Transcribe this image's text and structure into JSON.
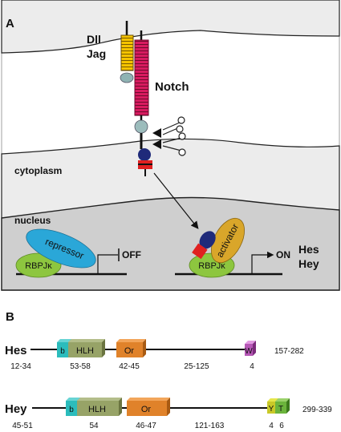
{
  "panel_a": {
    "label": "A",
    "ligand_lines": [
      "Dll",
      "Jag"
    ],
    "receptor": "Notch",
    "cytoplasm": "cytoplasm",
    "nucleus": "nucleus",
    "left_complex": {
      "repressor": "repressor",
      "rbp": "RBPJκ",
      "state": "OFF"
    },
    "right_complex": {
      "activator": "activator",
      "rbp": "RBPJκ",
      "state": "ON"
    },
    "targets": [
      "Hes",
      "Hey"
    ],
    "colors": {
      "ligand": "#f5c400",
      "receptor": "#d81b60",
      "repressor": "#2aa7d8",
      "activator": "#d9a62a",
      "rbp": "#8dc63f",
      "nicd_blue": "#1f2a7a",
      "nicd_red": "#e02020"
    }
  },
  "panel_b": {
    "label": "B",
    "hes": {
      "name": "Hes",
      "domains": [
        "b",
        "HLH",
        "Or",
        "W"
      ],
      "lengths": [
        "12-34",
        "53-58",
        "42-45",
        "25-125",
        "4"
      ],
      "total": "157-282"
    },
    "hey": {
      "name": "Hey",
      "domains": [
        "b",
        "HLH",
        "Or",
        "Y",
        "T"
      ],
      "lengths": [
        "45-51",
        "54",
        "46-47",
        "121-163",
        "4",
        "6"
      ],
      "total": "299-339"
    }
  }
}
